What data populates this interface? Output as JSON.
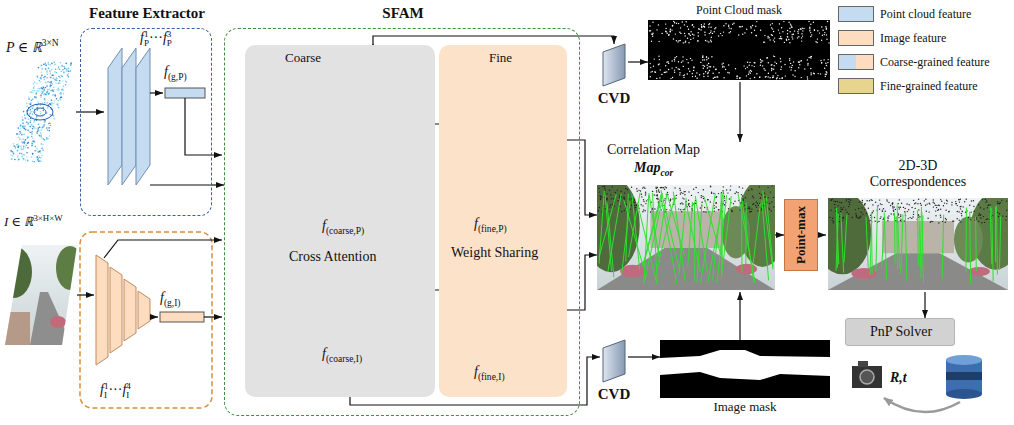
{
  "diagram": {
    "nodes": [
      {
        "text": [
          "Feature Extractor"
        ]
      },
      {
        "text": [
          "SFAM"
        ]
      },
      {
        "text": [
          "Coarse",
          "Cross Attention"
        ],
        "in": 1
      },
      {
        "text": [
          "Fine",
          "Weight Sharing"
        ],
        "in": 1
      },
      {
        "text": [
          "CVD"
        ]
      },
      {
        "text": [
          "CVD"
        ]
      },
      {
        "text": [
          "Point Cloud mask"
        ]
      },
      {
        "text": [
          "Image mask"
        ]
      },
      {
        "text": [
          "Correlation Map"
        ]
      },
      {
        "text": [
          "Point-max"
        ]
      },
      {
        "text": [
          "2D-3D Correspondences"
        ]
      },
      {
        "text": [
          "PnP Solver"
        ]
      }
    ],
    "edges": [
      {
        "from": 0,
        "to": 1,
        "arrow": "to"
      },
      {
        "from": 2,
        "to": 4,
        "arrow": "to"
      },
      {
        "from": 4,
        "to": 6,
        "arrow": "to"
      },
      {
        "from": 2,
        "to": 5,
        "arrow": "to"
      },
      {
        "from": 5,
        "to": 7,
        "arrow": "to"
      },
      {
        "from": 3,
        "to": 8,
        "arrow": "to"
      },
      {
        "from": 3,
        "to": 8,
        "arrow": "to"
      },
      {
        "from": 6,
        "to": 8,
        "arrow": "to"
      },
      {
        "from": 7,
        "to": 8,
        "arrow": "to"
      },
      {
        "from": 8,
        "to": 9,
        "arrow": "to"
      },
      {
        "from": 9,
        "to": 10,
        "arrow": "to"
      },
      {
        "from": 10,
        "to": 11,
        "arrow": "to"
      }
    ],
    "labels": [
      "P ∈ ℝ",
      "3×N",
      "I ∈ ℝ",
      "3×H×W",
      "f",
      "1",
      "P",
      "···",
      "f",
      "3",
      "P",
      "f",
      "(g,P)",
      "f",
      "(g,I)",
      "f",
      "1",
      "I",
      "···",
      "f",
      "4",
      "I",
      "f",
      "(coarse,P)",
      "f",
      "(coarse,I)",
      "f",
      "(fine,P)",
      "f",
      "(fine,I)",
      "Map",
      "cor",
      "R,t"
    ],
    "legend": [
      {
        "text": "Point cloud feature",
        "color": "#c5dbef"
      },
      {
        "text": "Image feature",
        "color": "#fddcc0"
      },
      {
        "text": "Coarse-grained feature"
      },
      {
        "text": "Fine-grained feature",
        "color": "#e6d48f"
      }
    ]
  }
}
